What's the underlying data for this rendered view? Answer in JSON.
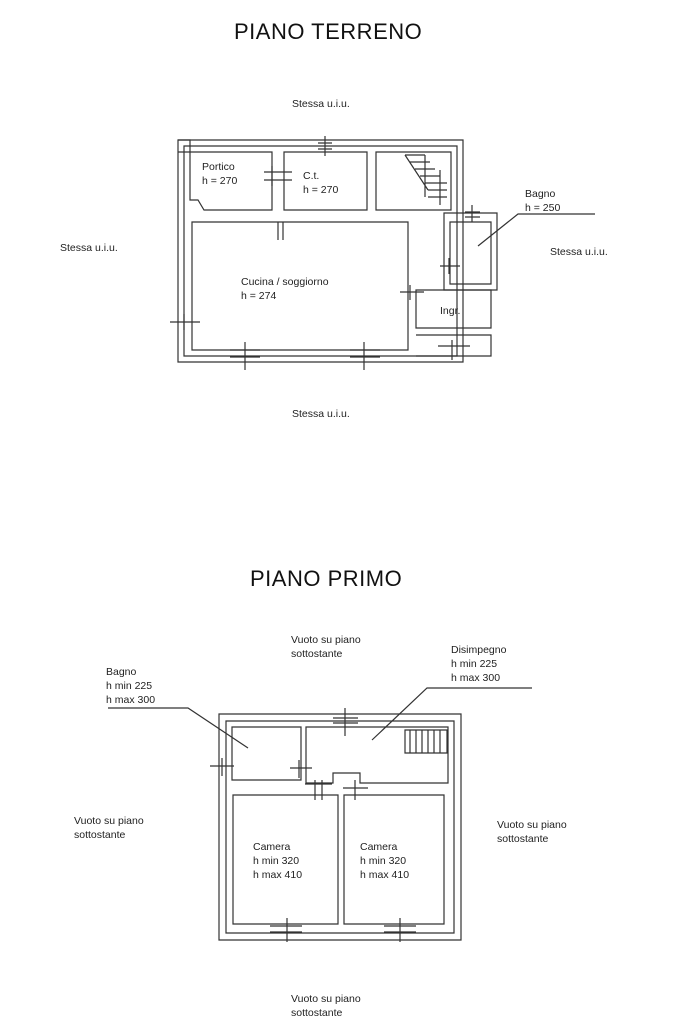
{
  "ground_floor": {
    "title": "PIANO TERRENO",
    "surroundings": {
      "top": "Stessa u.i.u.",
      "left": "Stessa u.i.u.",
      "right": "Stessa u.i.u.",
      "bottom": "Stessa u.i.u."
    },
    "rooms": {
      "portico": [
        "Portico",
        "h = 270"
      ],
      "ct": [
        "C.t.",
        "h = 270"
      ],
      "bagno": [
        "Bagno",
        "h = 250"
      ],
      "cucina": [
        "Cucina / soggiorno",
        "h = 274"
      ],
      "ingresso": [
        "Ingr."
      ]
    }
  },
  "first_floor": {
    "title": "PIANO PRIMO",
    "surroundings": {
      "top": [
        "Vuoto su piano",
        "sottostante"
      ],
      "left": [
        "Vuoto su piano",
        "sottostante"
      ],
      "right": [
        "Vuoto su piano",
        "sottostante"
      ],
      "bottom": [
        "Vuoto su piano",
        "sottostante"
      ]
    },
    "rooms": {
      "bagno": [
        "Bagno",
        "h min 225",
        "h max 300"
      ],
      "disimpegno": [
        "Disimpegno",
        "h min 225",
        "h max 300"
      ],
      "camera_left": [
        "Camera",
        "h min 320",
        "h max 410"
      ],
      "camera_right": [
        "Camera",
        "h min 320",
        "h max 410"
      ]
    }
  }
}
